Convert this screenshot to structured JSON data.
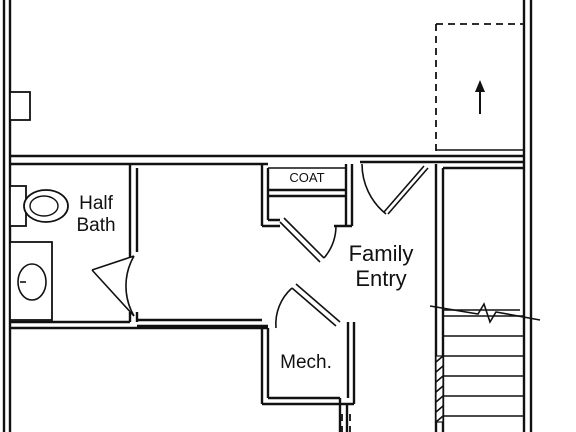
{
  "rooms": {
    "half_bath": {
      "line1": "Half",
      "line2": "Bath"
    },
    "coat": "COAT",
    "family_entry": {
      "line1": "Family",
      "line2": "Entry"
    },
    "mech": "Mech."
  },
  "colors": {
    "lines": "#111111",
    "background": "#ffffff",
    "hatch": "#111111"
  },
  "icons": [
    "toilet-icon",
    "sink-icon",
    "up-arrow-icon",
    "stair-break-icon"
  ]
}
